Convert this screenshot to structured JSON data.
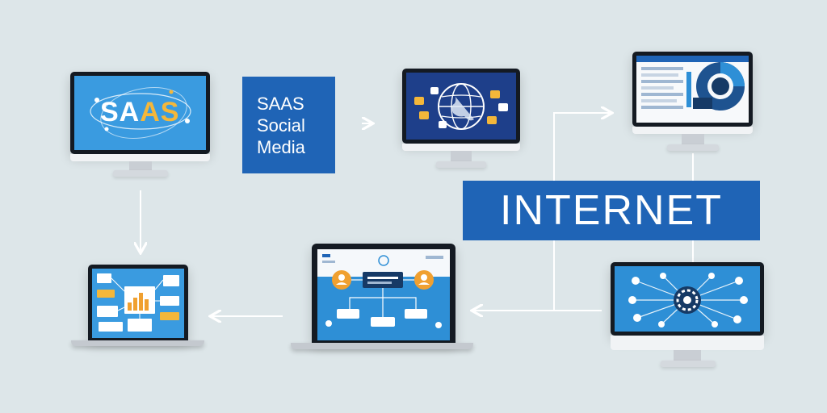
{
  "panel_saas": {
    "line1": "SAAS",
    "line2": "Social",
    "line3": "Media"
  },
  "panel_internet": {
    "label": "INTERNET"
  },
  "monitor_saas_logo": {
    "text_main": "SA",
    "text_accent": "AS"
  },
  "colors": {
    "background": "#dde6e9",
    "brand_blue": "#1f64b6",
    "screen_blue": "#2e8fd6",
    "accent_yellow": "#f4b73a",
    "accent_orange": "#f0a030",
    "arrow": "#ffffff"
  },
  "icons": [
    "globe-icon",
    "dashboard-chart-icon",
    "gear-icon",
    "network-node-icon",
    "person-icon",
    "arrow-icon"
  ]
}
